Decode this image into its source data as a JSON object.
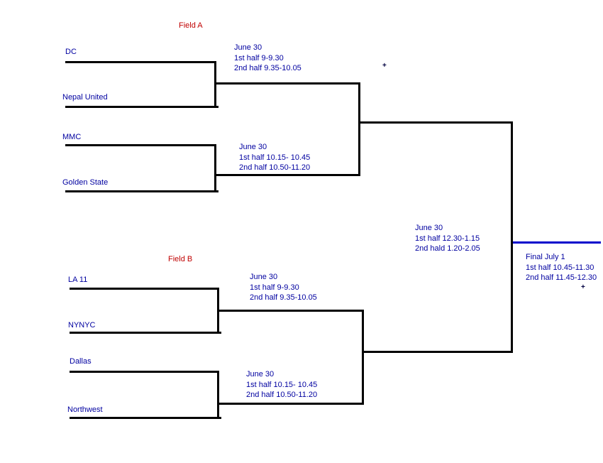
{
  "colors": {
    "line": "#000000",
    "team": "#0000a0",
    "field": "#c00000",
    "schedule": "#0000a0",
    "final_line": "#0000cc"
  },
  "bracket": {
    "field_a": {
      "label": "Field A",
      "match1": {
        "team_top": "DC",
        "team_bottom": "Nepal United",
        "schedule": [
          "June 30",
          "1st half 9-9.30",
          "2nd half 9.35-10.05"
        ]
      },
      "match2": {
        "team_top": "MMC",
        "team_bottom": "Golden State",
        "schedule": [
          "June 30",
          "1st half 10.15- 10.45",
          "2nd half 10.50-11.20"
        ]
      }
    },
    "field_b": {
      "label": "Field B",
      "match1": {
        "team_top": "LA 11",
        "team_bottom": "NYNYC",
        "schedule": [
          "June 30",
          "1st half 9-9.30",
          "2nd half 9.35-10.05"
        ]
      },
      "match2": {
        "team_top": "Dallas",
        "team_bottom": "Northwest",
        "schedule": [
          "June 30",
          "1st half 10.15- 10.45",
          "2nd half 10.50-11.20"
        ]
      }
    },
    "semifinal": {
      "schedule": [
        "June 30",
        "1st half 12.30-1.15",
        "2nd hald 1.20-2.05"
      ]
    },
    "final": {
      "schedule": [
        "Final July 1",
        "1st half 10.45-11.30",
        "2nd half 11.45-12.30"
      ]
    }
  },
  "markers": {
    "plus": "+"
  }
}
